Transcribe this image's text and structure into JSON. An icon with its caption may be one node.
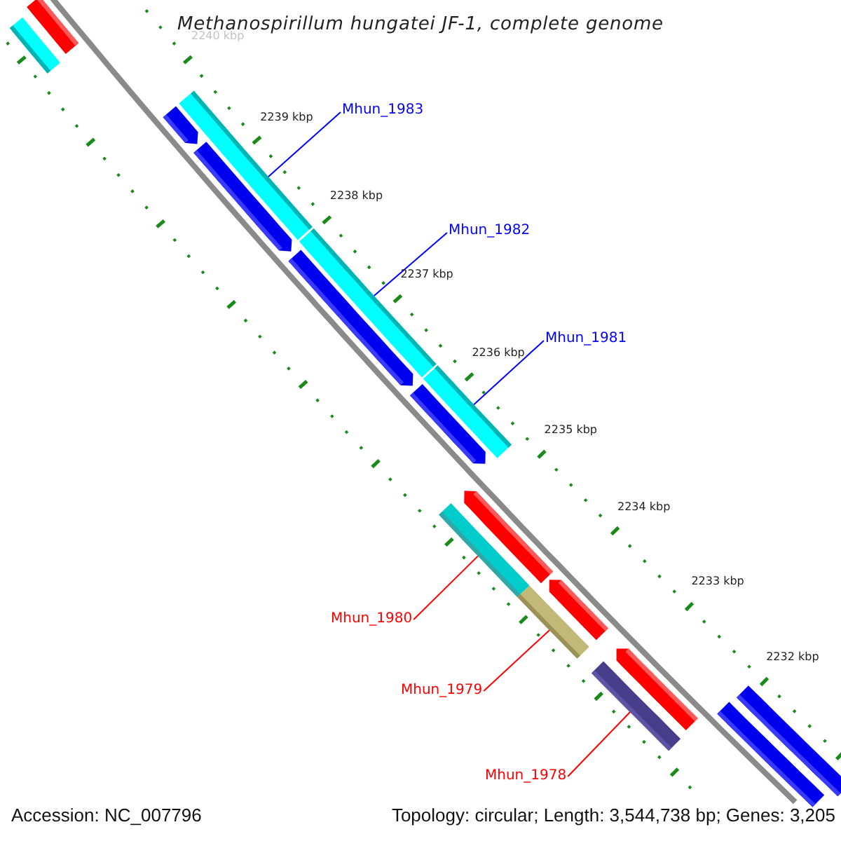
{
  "diagram": {
    "title": "Methanospirillum hungatei JF-1, complete genome",
    "nodes": [
      {
        "text": [
          "Mhun_1983"
        ]
      },
      {
        "text": [
          "Mhun_1982"
        ]
      },
      {
        "text": [
          "Mhun_1981"
        ]
      },
      {
        "text": [
          "Mhun_1980"
        ]
      },
      {
        "text": [
          "Mhun_1979"
        ]
      },
      {
        "text": [
          "Mhun_1978"
        ]
      },
      {
        "text": [],
        "shape": "bar"
      },
      {
        "text": [],
        "shape": "bar"
      },
      {
        "text": [],
        "shape": "bar"
      },
      {
        "text": [],
        "shape": "bar"
      },
      {
        "text": [],
        "shape": "bar"
      },
      {
        "text": [],
        "shape": "bar"
      }
    ],
    "edges": [
      {
        "from": 0,
        "to": 6,
        "arrow": "none",
        "color": "#0000ff"
      },
      {
        "from": 1,
        "to": 7,
        "arrow": "none",
        "color": "#0000ff"
      },
      {
        "from": 2,
        "to": 8,
        "arrow": "none",
        "color": "#0000ff"
      },
      {
        "from": 3,
        "to": 9,
        "arrow": "none",
        "color": "#ff0000"
      },
      {
        "from": 4,
        "to": 10,
        "arrow": "none",
        "color": "#ff0000"
      },
      {
        "from": 5,
        "to": 11,
        "arrow": "none",
        "color": "#ff0000"
      }
    ],
    "labels": [
      "2240 kbp",
      "2239 kbp",
      "2238 kbp",
      "2237 kbp",
      "2236 kbp",
      "2235 kbp",
      "2234 kbp",
      "2233 kbp",
      "2232 kbp",
      "Accession: NC_007796",
      "Topology: circular; Length: 3,544,738 bp; Genes: 3,205"
    ]
  }
}
